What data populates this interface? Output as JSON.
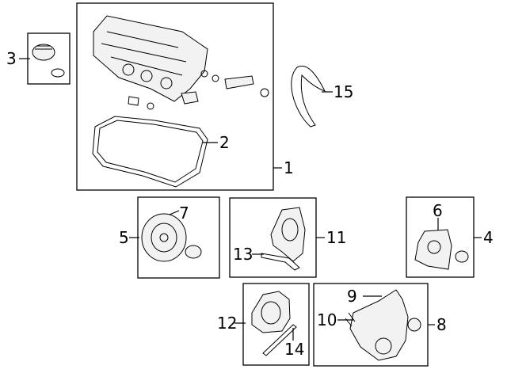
{
  "callouts": {
    "c1": "1",
    "c2": "2",
    "c3": "3",
    "c4": "4",
    "c5": "5",
    "c6": "6",
    "c7": "7",
    "c8": "8",
    "c9": "9",
    "c10": "10",
    "c11": "11",
    "c12": "12",
    "c13": "13",
    "c14": "14",
    "c15": "15"
  },
  "colors": {
    "line": "#000000",
    "background": "#ffffff",
    "part_fill": "#f2f2f2"
  }
}
